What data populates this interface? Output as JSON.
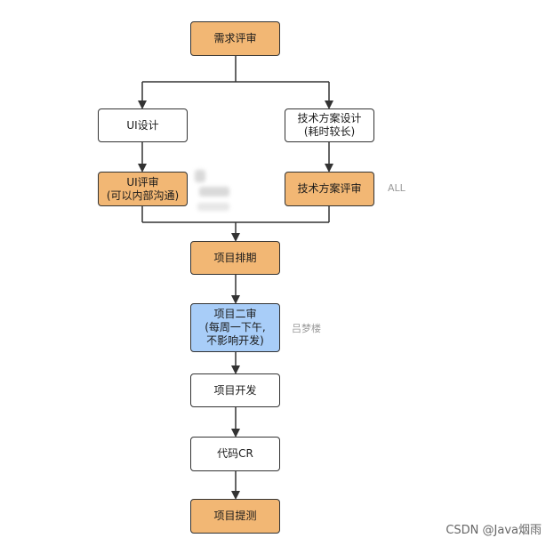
{
  "nodes": {
    "requirements_review": "需求评审",
    "ui_design": "UI设计",
    "tech_design": {
      "line1": "技术方案设计",
      "line2": "(耗时较长)"
    },
    "ui_review": {
      "line1": "UI评审",
      "line2": "(可以内部沟通)"
    },
    "tech_review": "技术方案评审",
    "scheduling": "项目排期",
    "second_review": {
      "line1": "项目二审",
      "line2": "(每周一下午,",
      "line3": "不影响开发)"
    },
    "development": "项目开发",
    "code_review": "代码CR",
    "testing": "项目提测"
  },
  "notes": {
    "tech_review_note": "ALL",
    "second_review_note": "吕梦楼"
  },
  "colors": {
    "orange": "#f2b774",
    "blue": "#a8cdf8",
    "white": "#ffffff",
    "stroke": "#333333"
  },
  "watermark": "CSDN @Java烟雨"
}
